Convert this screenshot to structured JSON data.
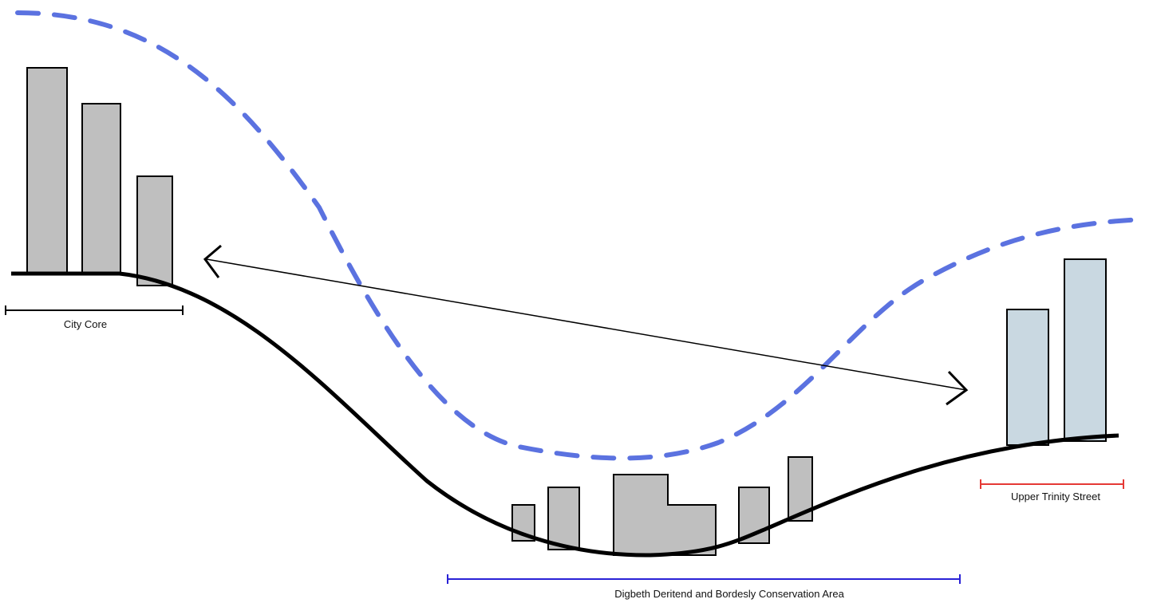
{
  "labels": {
    "city_core": "City Core",
    "upper_trinity": "Upper Trinity Street",
    "digbeth": "Digbeth Deritend and Bordesly Conservation Area"
  },
  "colors": {
    "ground": "#000000",
    "dashed_skyline": "#5b72e0",
    "building_grey": "#bfbfbf",
    "building_blue": "#c9d8e1",
    "city_core_bracket": "#000000",
    "upper_trinity_bracket": "#e53935",
    "digbeth_bracket": "#2a22d6"
  }
}
